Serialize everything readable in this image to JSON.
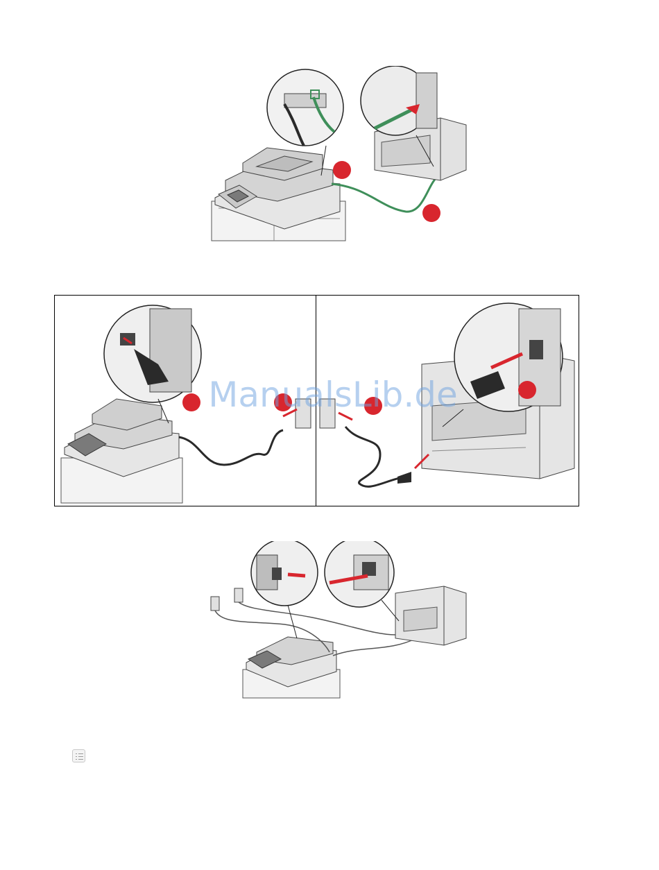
{
  "document": {
    "watermark_text": "ManualsLib.de",
    "step_marker_color": "#d8262e",
    "cable_color_phone": "#3f8f5a",
    "cable_color_power": "#2a2a2a",
    "arrow_color": "#d8262e"
  },
  "figures": [
    {
      "id": "fig1",
      "subject": "phone-cable-connection",
      "callouts": 2
    },
    {
      "id": "fig2",
      "subject": "power-cord-connection",
      "callouts": 4
    },
    {
      "id": "fig3",
      "subject": "power-on-both-devices",
      "callouts": 0
    }
  ],
  "toolbar": {
    "icon": "toc-list-icon"
  }
}
